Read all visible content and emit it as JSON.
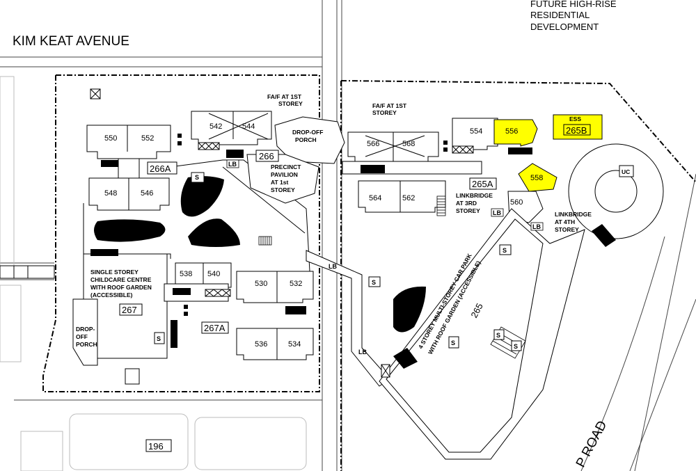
{
  "streets": {
    "top": "KIM KEAT AVENUE",
    "bottom_right": "P ROAD"
  },
  "annotation_top_right": [
    "FUTURE HIGH-RISE",
    "RESIDENTIAL",
    "DEVELOPMENT"
  ],
  "highlight_color": "#ffff00",
  "blocks": {
    "b266A": "266A",
    "b266": "266",
    "b265A": "265A",
    "b265B": "265B",
    "b267": "267",
    "b267A": "267A",
    "b265": "265",
    "b196": "196"
  },
  "units": {
    "u550": "550",
    "u552": "552",
    "u548": "548",
    "u546": "546",
    "u542": "542",
    "u544": "544",
    "u566": "566",
    "u568": "568",
    "u554": "554",
    "u556": "556",
    "u558": "558",
    "u564": "564",
    "u562": "562",
    "u560": "560",
    "u538": "538",
    "u540": "540",
    "u530": "530",
    "u532": "532",
    "u536": "536",
    "u534": "534"
  },
  "notes": {
    "fa_left": [
      "FA/F AT 1ST",
      "STOREY"
    ],
    "fa_right": [
      "FA/F AT 1ST",
      "STOREY"
    ],
    "dropoff_top": [
      "DROP-OFF",
      "PORCH"
    ],
    "precinct": [
      "PRECINCT",
      "PAVILION",
      "AT 1st",
      "STOREY"
    ],
    "linkbridge_3": [
      "LINKBRIDGE",
      "AT 3RD",
      "STOREY"
    ],
    "linkbridge_4": [
      "LINKBRIDGE",
      "AT 4TH",
      "STOREY"
    ],
    "childcare": [
      "SINGLE STOREY",
      "CHILDCARE CENTRE",
      "WITH ROOF GARDEN",
      "(ACCESSIBLE)"
    ],
    "dropoff_left": [
      "DROP-",
      "OFF",
      "PORCH"
    ],
    "carpark": [
      "4 STOREY MULTI-STOREY CAR PARK",
      "WITH ROOF GARDEN (ACCESSIBLE)"
    ],
    "ess": "ESS",
    "uc": "UC",
    "lb": "LB",
    "s": "S"
  }
}
